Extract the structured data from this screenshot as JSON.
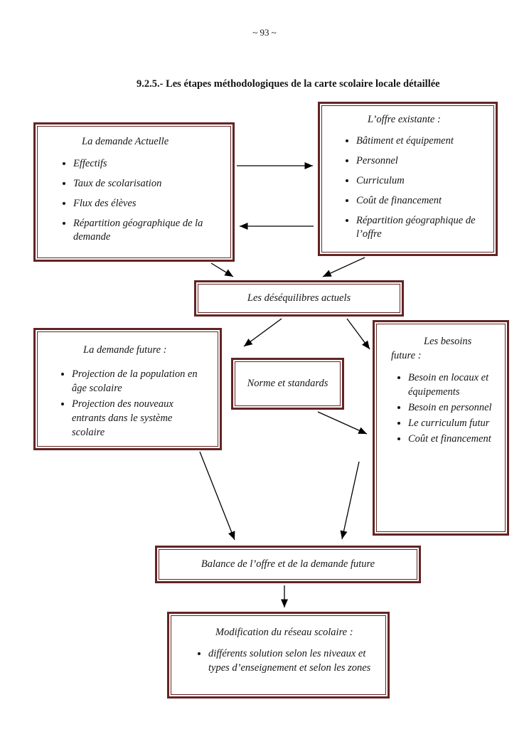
{
  "page": {
    "page_number": "~ 93 ~",
    "title": "9.2.5.- Les étapes méthodologiques de la carte scolaire locale détaillée"
  },
  "colors": {
    "box_border": "#632423",
    "text": "#151515",
    "arrow": "#000000"
  },
  "diagram": {
    "demande_actuelle": {
      "heading": "La demande Actuelle",
      "items": [
        "Effectifs",
        "Taux de scolarisation",
        "Flux des élèves",
        "Répartition géographique de la demande"
      ]
    },
    "offre_existante": {
      "heading": "L’offre existante :",
      "items": [
        "Bâtiment et équipement",
        "Personnel",
        "Curriculum",
        "Coût de financement",
        "Répartition géographique de l’offre"
      ]
    },
    "desequilibres": {
      "label": "Les déséquilibres actuels"
    },
    "demande_future": {
      "heading": "La demande future :",
      "items": [
        "Projection de la population en âge scolaire",
        "Projection des nouveaux entrants dans le système scolaire"
      ]
    },
    "normes": {
      "label": "Norme et standards"
    },
    "besoins_future": {
      "heading": "Les besoins future :",
      "items": [
        "Besoin en locaux et équipements",
        "Besoin en personnel",
        "Le curriculum futur",
        "Coût et financement"
      ]
    },
    "balance": {
      "label": "Balance de l’offre et de la demande future"
    },
    "modification": {
      "heading": "Modification du réseau scolaire :",
      "items": [
        "différents solution selon les niveaux et types d’enseignement et selon les zones"
      ]
    }
  }
}
